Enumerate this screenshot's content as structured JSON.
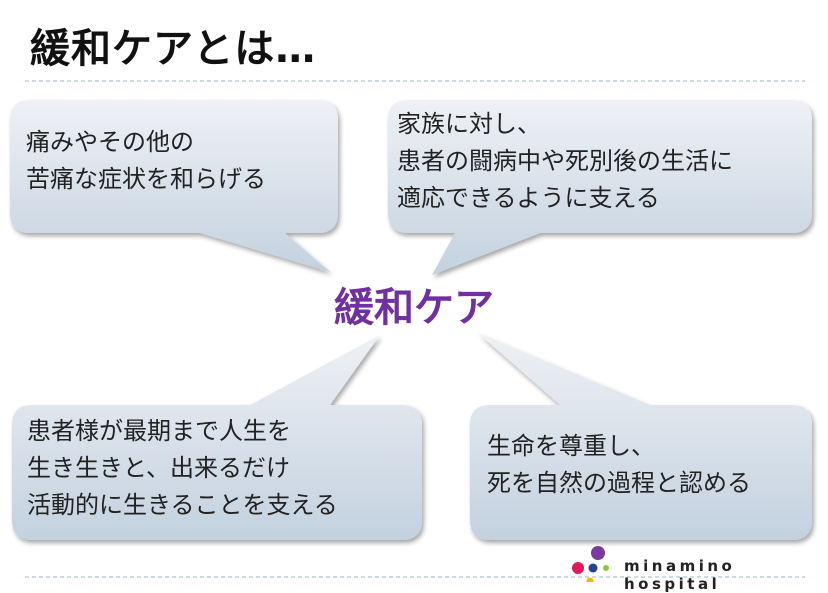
{
  "title": "緩和ケアとは…",
  "center_label": "緩和ケア",
  "bubbles": [
    {
      "lines": [
        "痛みやその他の",
        "苦痛な症状を和らげる"
      ]
    },
    {
      "lines": [
        "家族に対し、",
        "患者の闘病中や死別後の生活に",
        "適応できるように支える"
      ]
    },
    {
      "lines": [
        "患者様が最期まで人生を",
        "生き生きと、出来るだけ",
        "活動的に生きることを支える"
      ]
    },
    {
      "lines": [
        "生命を尊重し、",
        "死を自然の過程と認める"
      ]
    }
  ],
  "logo": {
    "text": "minamino hospital",
    "colors": [
      "#e0195a",
      "#2a3f8f",
      "#7a3aa0",
      "#8cc63f",
      "#f5b800"
    ]
  },
  "colors": {
    "accent": "#7030a0",
    "bubble_top": "#eef1f5",
    "bubble_bottom": "#c3d1df"
  }
}
